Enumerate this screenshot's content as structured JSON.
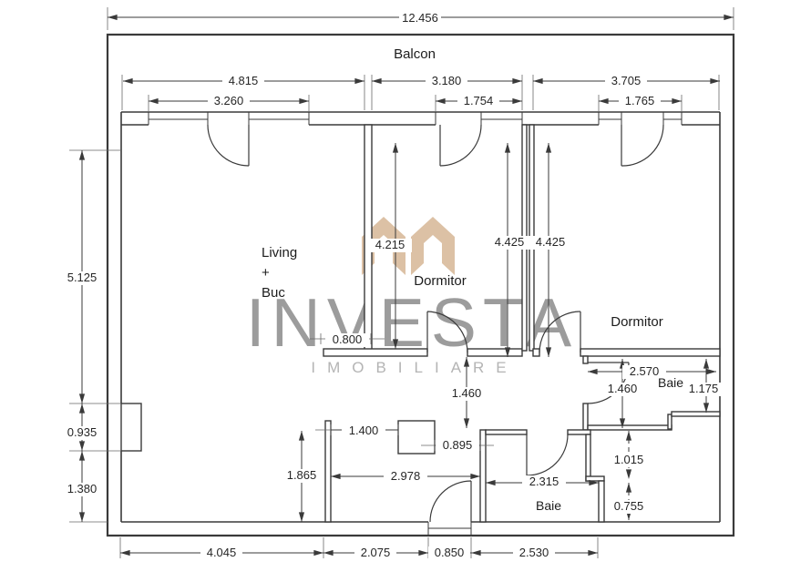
{
  "watermark": {
    "name": "INVESTA",
    "subtitle": "IMOBILIARE",
    "logo_icon": "investa-roofs-logo"
  },
  "rooms": {
    "balcony": "Balcon",
    "living": {
      "line1": "Living",
      "line2": "+",
      "line3": "Buc"
    },
    "bedroom1": "Dormitor",
    "bedroom2": "Dormitor",
    "bathroom1": "Baie",
    "bathroom2": "Baie"
  },
  "dims": {
    "total_width": "12.456",
    "living_width": "4.815",
    "bedroom1_width": "3.180",
    "bedroom2_width": "3.705",
    "living_window": "3.260",
    "bedroom1_window": "1.754",
    "bedroom2_window": "1.765",
    "left_upper": "5.125",
    "left_middle": "0.935",
    "left_lower": "1.380",
    "living_depth": "4.215",
    "bedroom1_depth": "4.425",
    "bedroom2_depth": "4.425",
    "living_opening": "0.800",
    "bath1_width": "2.570",
    "bath1_depth": "1.460",
    "bath1_depth_right": "1.175",
    "hall_depth": "1.460",
    "niche_width": "1.400",
    "shaft_gap": "0.895",
    "kitchen_depth": "1.865",
    "hall_width": "2.978",
    "bath2_width": "2.315",
    "right_upper": "1.015",
    "right_lower": "0.755",
    "bottom_living": "4.045",
    "bottom_hall": "2.075",
    "entrance_width": "0.850",
    "bottom_bath": "2.530"
  },
  "colors": {
    "line": "#3a3a3a",
    "dim_text": "#262626",
    "watermark_text": "#9c9c9c",
    "watermark_subtext": "#b4b4b4",
    "logo": "#dcc1a5",
    "background": "#ffffff"
  }
}
